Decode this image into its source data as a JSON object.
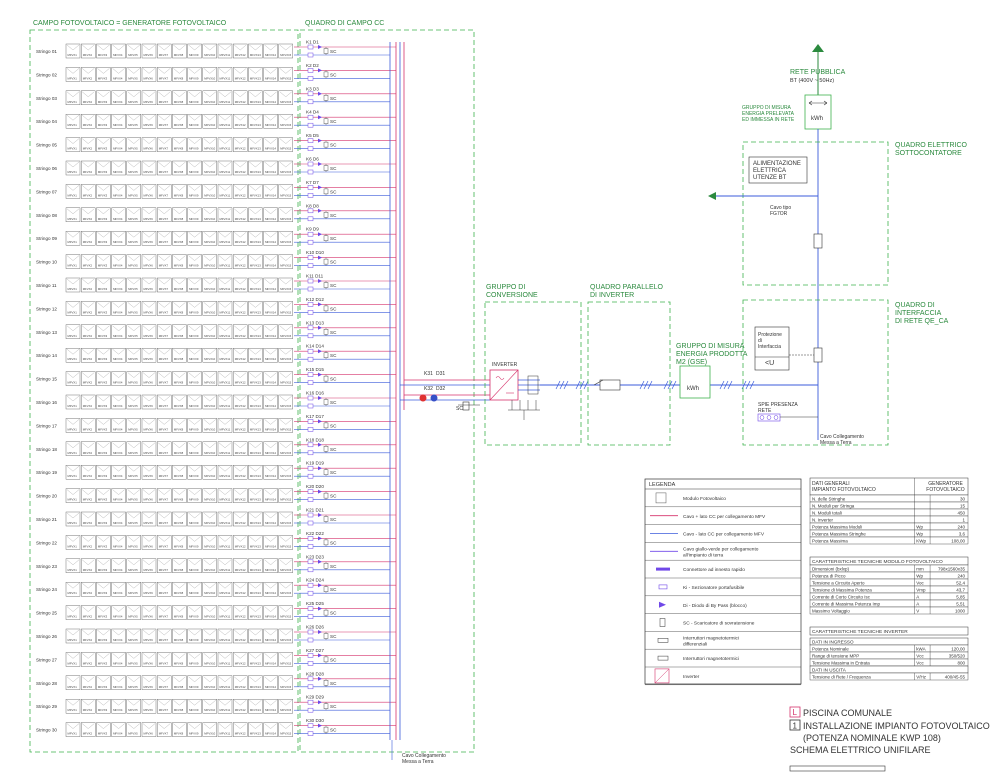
{
  "colors": {
    "green": "#3fb34f",
    "blue": "#3b5bdb",
    "red": "#d6336c",
    "dark": "#333333",
    "purple": "#7048e8"
  },
  "field": {
    "title": "CAMPO FOTOVOLTAICO = GENERATORE FOTOVOLTAICO",
    "string_prefix": "Stringo",
    "module_label": "MFVX",
    "n_strings": 30,
    "modules_per_string": 15
  },
  "quadro_cc": {
    "title": "QUADRO DI CAMPO CC",
    "sc_label": "SC",
    "k_prefix": "K",
    "d_prefix": "D",
    "k31": "K31",
    "k32": "K32",
    "d31": "D31",
    "d32": "D32"
  },
  "earth_note": {
    "line1": "Cavo Collegamento",
    "line2": "Messa a Terra"
  },
  "conversion": {
    "title_l1": "GRUPPO DI",
    "title_l2": "CONVERSIONE",
    "inverter_label": "INVERTER"
  },
  "parallel": {
    "title_l1": "QUADRO PARALLELO",
    "title_l2": "DI INVERTER"
  },
  "meter_prod": {
    "title_l1": "GRUPPO DI MISURA",
    "title_l2": "ENERGIA PRODOTTA",
    "title_l3": "M2 (GSE)",
    "label": "kWh"
  },
  "grid": {
    "title": "RETE PUBBLICA",
    "sub": "BT (400V ~ 50Hz)",
    "meter_label": "kWh",
    "meter_title_l1": "GRUPPO DI MISURA",
    "meter_title_l2": "ENERGIA PRELEVATA",
    "meter_title_l3": "ED IMMESSA IN RETE"
  },
  "sotto": {
    "title_l1": "QUADRO ELETTRICO",
    "title_l2": "SOTTOCONTATORE",
    "box_l1": "ALIMENTAZIONE",
    "box_l2": "ELETTRICA",
    "box_l3": "UTENZE BT",
    "cable_l1": "Cavo tipo",
    "cable_l2": "FG7OR"
  },
  "interfaccia": {
    "title_l1": "QUADRO DI",
    "title_l2": "INTERFACCIA",
    "title_l3": "DI RETE QE_CA",
    "prot_l1": "Protezione",
    "prot_l2": "di",
    "prot_l3": "Interfaccia",
    "u_label": "<U",
    "spie_l1": "SPIE PRESENZA",
    "spie_l2": "RETE",
    "earth_l1": "Cavo Collegamento",
    "earth_l2": "Messa a Terra"
  },
  "legend": {
    "title": "LEGENDA",
    "items": [
      "Modulo Fotovoltaico",
      "Cavo + lato CC per collegamento MFV",
      "Cavo - lato CC per collegamento MFV",
      "Cavo giallo-verde per collegamento all'impianto di terra",
      "Connettore ad innesto rapido",
      "Ki - Sezionatore portafusibile",
      "Di - Diodo di By Pass (blocco)",
      "SC - Scaricatore di sovratensione",
      "Interruttori magnetotermici differenziali",
      "Interruttori magnetotermici",
      "Inverter"
    ]
  },
  "general_table": {
    "h1_l1": "DATI GENERALI",
    "h1_l2": "IMPIANTO FOTOVOLTAICO",
    "h2_l1": "GENERATORE",
    "h2_l2": "FOTOVOLTAICO",
    "rows": [
      {
        "label": "N. delle Stringhe",
        "unit": "",
        "value": "30"
      },
      {
        "label": "N. Moduli per Stringa",
        "unit": "",
        "value": "15"
      },
      {
        "label": "N. Moduli totali",
        "unit": "",
        "value": "450"
      },
      {
        "label": "N. Inverter",
        "unit": "",
        "value": "1"
      },
      {
        "label": "Potenza Massima Moduli",
        "unit": "Wp",
        "value": "240"
      },
      {
        "label": "Potenza Massima Stringhe",
        "unit": "Wp",
        "value": "3,6"
      },
      {
        "label": "Potenza Massima",
        "unit": "KWp",
        "value": "108,00"
      }
    ]
  },
  "module_table": {
    "title": "CARATTERISTICHE TECNICHE MODULO FOTOVOLTAICO",
    "rows": [
      {
        "label": "Dimensioni (bxlxp)",
        "unit": "mm",
        "value": "798x1560x35"
      },
      {
        "label": "Potenza di Picco",
        "unit": "Wp",
        "value": "240"
      },
      {
        "label": "Tensione a Circuito Aperto",
        "unit": "Voc",
        "value": "52,4"
      },
      {
        "label": "Tensione di Massima Potenza",
        "unit": "Vmp",
        "value": "43,7"
      },
      {
        "label": "Corrente di Corto Circuito Isc",
        "unit": "A",
        "value": "5,85"
      },
      {
        "label": "Corrente di Massima Potenza Imp",
        "unit": "A",
        "value": "5,51"
      },
      {
        "label": "Massimo Voltaggio",
        "unit": "V",
        "value": "1000"
      }
    ]
  },
  "inverter_table": {
    "title": "CARATTERISTICHE TECNICHE INVERTER",
    "in_title": "DATI IN INGRESSO",
    "in_rows": [
      {
        "label": "Potenza Nominale",
        "unit": "kWA",
        "value": "120,00"
      },
      {
        "label": "Range di tensione MPP",
        "unit": "Vcc",
        "value": "350/520"
      },
      {
        "label": "Tensione Massima in Entrata",
        "unit": "Vcc",
        "value": "800"
      }
    ],
    "out_title": "DATI IN USCITA",
    "out_rows": [
      {
        "label": "Tensione di Rete / Frequenza",
        "unit": "V/Hz",
        "value": "400/45-55"
      }
    ]
  },
  "title_block": {
    "box1": "L",
    "line1": "PISCINA COMUNALE",
    "box2": "1",
    "line2": "INSTALLAZIONE IMPIANTO FOTOVOLTAICO",
    "line3": "(POTENZA NOMINALE KWP 108)",
    "line4": "SCHEMA ELETTRICO UNIFILARE"
  }
}
